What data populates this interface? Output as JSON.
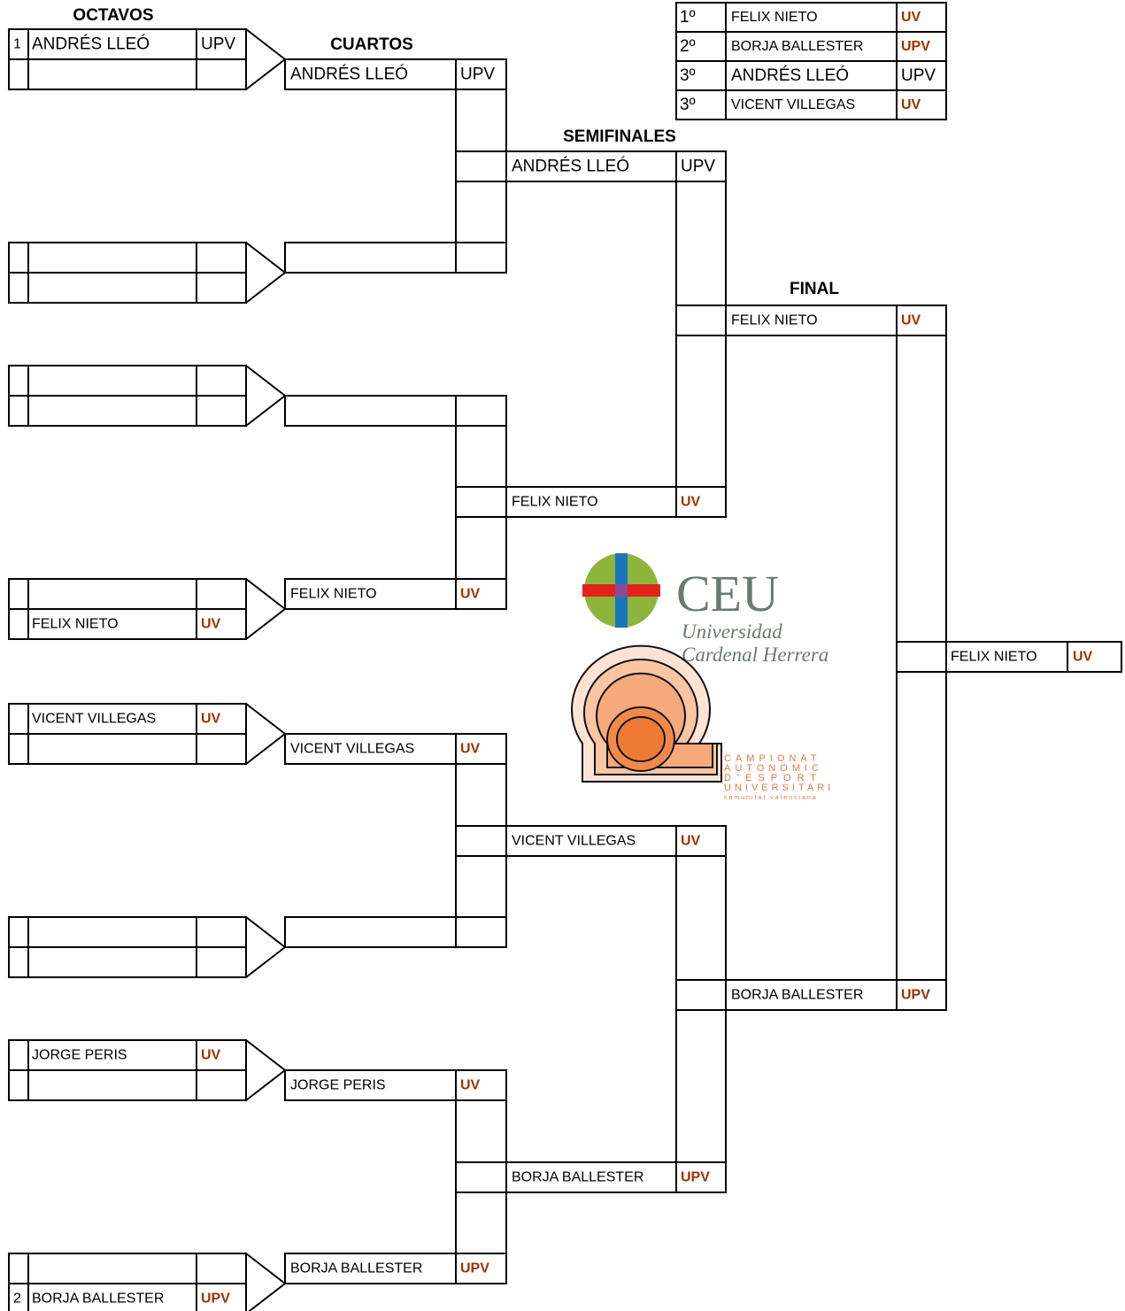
{
  "headers": {
    "octavos": "OCTAVOS",
    "cuartos": "CUARTOS",
    "semifinales": "SEMIFINALES",
    "final": "FINAL"
  },
  "podium": [
    {
      "place": "1º",
      "name": "FELIX NIETO",
      "uni": "UV"
    },
    {
      "place": "2º",
      "name": "BORJA BALLESTER",
      "uni": "UPV"
    },
    {
      "place": "3º",
      "name": "ANDRÉS LLEÓ",
      "uni": "UPV"
    },
    {
      "place": "3º",
      "name": "VICENT VILLEGAS",
      "uni": "UV"
    }
  ],
  "octavos": [
    {
      "seed": "1",
      "name": "ANDRÉS LLEÓ",
      "uni": "UPV"
    },
    {
      "seed": "",
      "name": "",
      "uni": ""
    },
    {
      "seed": "",
      "name": "",
      "uni": ""
    },
    {
      "seed": "",
      "name": "",
      "uni": ""
    },
    {
      "seed": "",
      "name": "",
      "uni": ""
    },
    {
      "seed": "",
      "name": "",
      "uni": ""
    },
    {
      "seed": "",
      "name": "",
      "uni": ""
    },
    {
      "seed": "",
      "name": "FELIX NIETO",
      "uni": "UV"
    },
    {
      "seed": "",
      "name": "VICENT VILLEGAS",
      "uni": "UV"
    },
    {
      "seed": "",
      "name": "",
      "uni": ""
    },
    {
      "seed": "",
      "name": "",
      "uni": ""
    },
    {
      "seed": "",
      "name": "",
      "uni": ""
    },
    {
      "seed": "",
      "name": "JORGE PERIS",
      "uni": "UV"
    },
    {
      "seed": "",
      "name": "",
      "uni": ""
    },
    {
      "seed": "",
      "name": "",
      "uni": ""
    },
    {
      "seed": "2",
      "name": "BORJA BALLESTER",
      "uni": "UPV"
    }
  ],
  "cuartos": [
    {
      "name": "ANDRÉS LLEÓ",
      "uni": "UPV"
    },
    {
      "name": "",
      "uni": ""
    },
    {
      "name": "",
      "uni": ""
    },
    {
      "name": "FELIX NIETO",
      "uni": "UV"
    },
    {
      "name": "VICENT VILLEGAS",
      "uni": "UV"
    },
    {
      "name": "",
      "uni": ""
    },
    {
      "name": "JORGE PERIS",
      "uni": "UV"
    },
    {
      "name": "BORJA BALLESTER",
      "uni": "UPV"
    }
  ],
  "semifinales": [
    {
      "name": "ANDRÉS LLEÓ",
      "uni": "UPV"
    },
    {
      "name": "FELIX NIETO",
      "uni": "UV"
    },
    {
      "name": "VICENT VILLEGAS",
      "uni": "UV"
    },
    {
      "name": "BORJA BALLESTER",
      "uni": "UPV"
    }
  ],
  "final": [
    {
      "name": "FELIX NIETO",
      "uni": "UV"
    },
    {
      "name": "BORJA BALLESTER",
      "uni": "UPV"
    }
  ],
  "champion": {
    "name": "FELIX NIETO",
    "uni": "UV"
  },
  "logos": {
    "ceu_title": "CEU",
    "ceu_line1": "Universidad",
    "ceu_line2": "Cardenal Herrera",
    "cadu_line1": "CAMPIONAT",
    "cadu_line2": "AUTONÒMIC",
    "cadu_line3": "D'ESPORT",
    "cadu_line4": "UNIVERSITARI",
    "cadu_line5": "comunitat valenciana"
  },
  "colors": {
    "uni_highlight": "#993300",
    "ceu_green": "#8db53c",
    "ceu_red": "#e2231a",
    "ceu_blue": "#1b75bc",
    "ceu_purple": "#8a4b9d",
    "cadu_orange": "#f08a4b"
  }
}
